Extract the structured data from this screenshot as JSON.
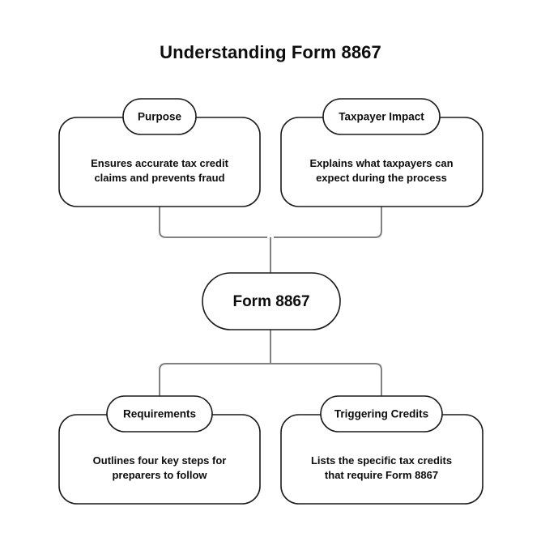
{
  "title": "Understanding Form 8867",
  "center": {
    "label": "Form 8867"
  },
  "nodes": {
    "purpose": {
      "header": "Purpose",
      "body_line1": "Ensures accurate tax credit",
      "body_line2": "claims and prevents fraud"
    },
    "taxpayer_impact": {
      "header": "Taxpayer Impact",
      "body_line1": "Explains what taxpayers can",
      "body_line2": "expect during the process"
    },
    "requirements": {
      "header": "Requirements",
      "body_line1": "Outlines four key steps for",
      "body_line2": "preparers to follow"
    },
    "triggering_credits": {
      "header": "Triggering Credits",
      "body_line1": "Lists the specific tax credits",
      "body_line2": "that require Form 8867"
    }
  },
  "colors": {
    "background": "#ffffff",
    "node_border": "#1a1a1a",
    "connector": "#808080",
    "text": "#0d0d0d"
  }
}
